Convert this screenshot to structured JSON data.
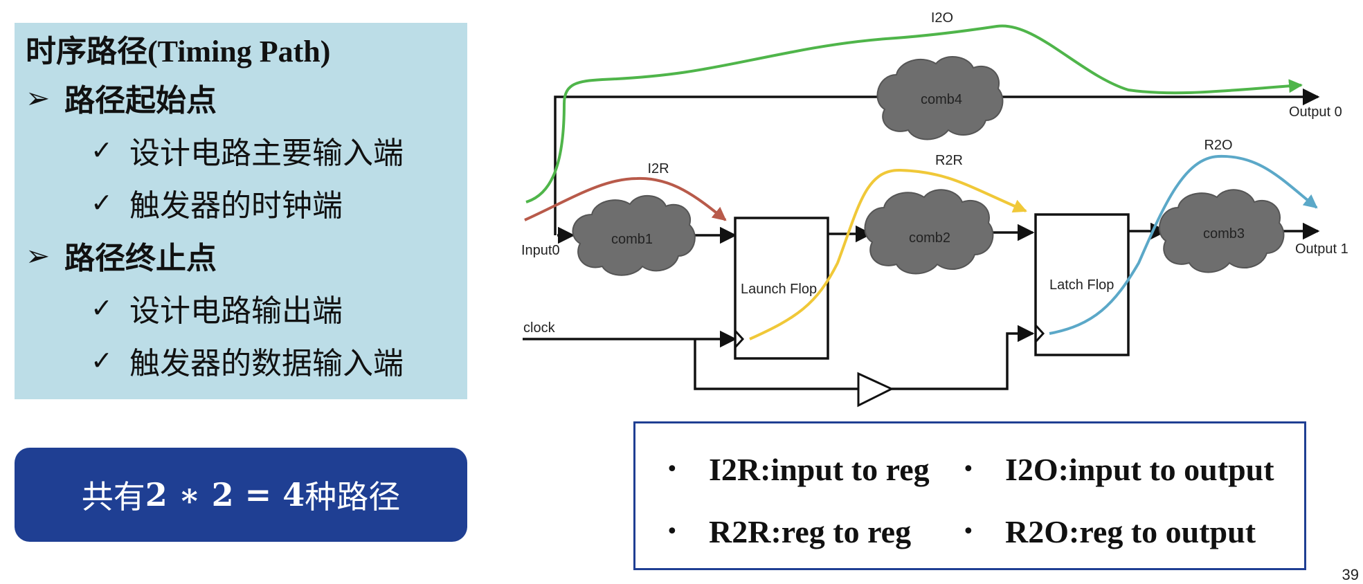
{
  "info": {
    "title": "时序路径(Timing Path)",
    "sections": [
      {
        "marker": "➢",
        "heading": "路径起始点",
        "items": [
          {
            "marker": "✓",
            "text": "设计电路主要输入端"
          },
          {
            "marker": "✓",
            "text": "触发器的时钟端"
          }
        ]
      },
      {
        "marker": "➢",
        "heading": "路径终止点",
        "items": [
          {
            "marker": "✓",
            "text": "设计电路输出端"
          },
          {
            "marker": "✓",
            "text": "触发器的数据输入端"
          }
        ]
      }
    ]
  },
  "summary": {
    "prefix": "共有",
    "formula": "2 ∗ 2 = 4",
    "suffix": "种路径"
  },
  "diagram": {
    "labels": {
      "i2o": "I2O",
      "i2r": "I2R",
      "r2r": "R2R",
      "r2o": "R2O",
      "comb1": "comb1",
      "comb2": "comb2",
      "comb3": "comb3",
      "comb4": "comb4",
      "launch": "Launch Flop",
      "latch": "Latch Flop",
      "input0": "Input0",
      "clock": "clock",
      "output0": "Output 0",
      "output1": "Output 1"
    },
    "colors": {
      "i2o": "#4fb54a",
      "i2r": "#b85a4a",
      "r2r": "#f0c838",
      "r2o": "#5ba8c8",
      "cloud": "#6e6e6e"
    }
  },
  "legend": {
    "marker": "•",
    "items": [
      {
        "text": "I2R:input to reg"
      },
      {
        "text": "I2O:input to output"
      },
      {
        "text": "R2R:reg to reg"
      },
      {
        "text": "R2O:reg to output"
      }
    ]
  },
  "page_number": "39"
}
